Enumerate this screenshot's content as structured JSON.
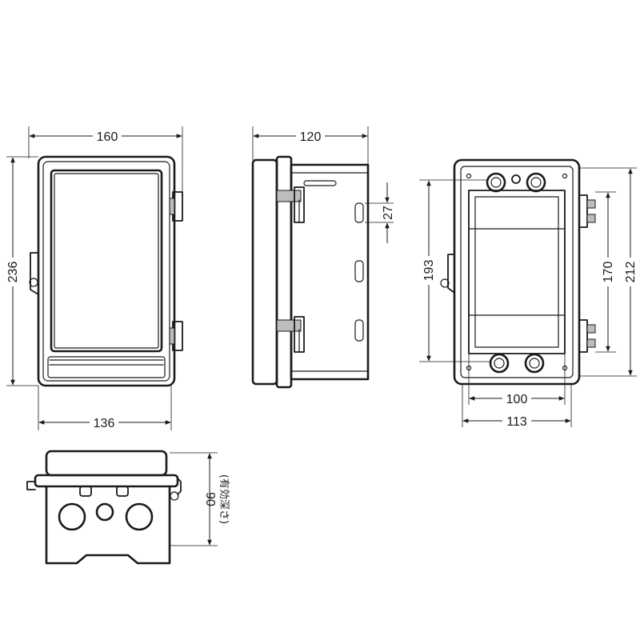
{
  "dimensions": {
    "front_width_outer": "160",
    "front_height": "236",
    "front_width_inner": "136",
    "side_depth": "120",
    "side_hinge_gap": "27",
    "back_height_inner": "193",
    "back_height_mount": "170",
    "back_height_outer": "212",
    "back_width_inner": "100",
    "back_width_outer": "113",
    "bottom_depth": "90",
    "bottom_depth_note": "(有効深さ)"
  }
}
